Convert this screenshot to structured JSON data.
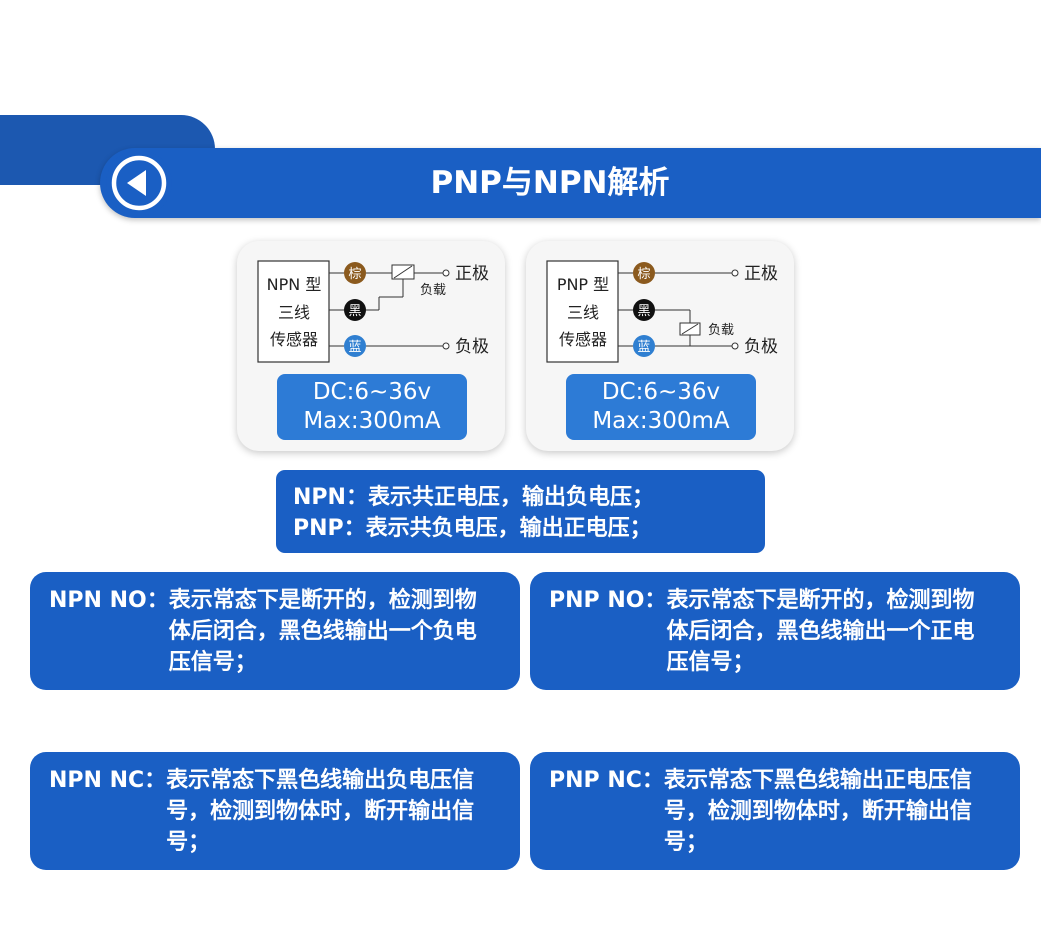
{
  "header": {
    "title": "PNP与NPN解析"
  },
  "npn_card": {
    "sensor_label": [
      "NPN 型",
      "三线",
      "传感器"
    ],
    "wires": [
      "棕",
      "黑",
      "蓝"
    ],
    "positive": "正极",
    "negative": "负极",
    "load": "负载",
    "spec_voltage": "DC:6~36v",
    "spec_current": "Max:300mA"
  },
  "pnp_card": {
    "sensor_label": [
      "PNP 型",
      "三线",
      "传感器"
    ],
    "wires": [
      "棕",
      "黑",
      "蓝"
    ],
    "positive": "正极",
    "negative": "负极",
    "load": "负载",
    "spec_voltage": "DC:6~36v",
    "spec_current": "Max:300mA"
  },
  "summary": {
    "npn": "NPN：表示共正电压，输出负电压；",
    "pnp": "PNP：表示共负电压，输出正电压；"
  },
  "descriptions": {
    "npn_no": {
      "label": "NPN NO：",
      "text": "表示常态下是断开的，检测到物体后闭合，黑色线输出一个负电压信号；"
    },
    "pnp_no": {
      "label": "PNP NO：",
      "text": "表示常态下是断开的，检测到物体后闭合，黑色线输出一个正电压信号；"
    },
    "npn_nc": {
      "label": "NPN NC：",
      "text": "表示常态下黑色线输出负电压信号，检测到物体时，断开输出信号；"
    },
    "pnp_nc": {
      "label": "PNP NC：",
      "text": "表示常态下黑色线输出正电压信号，检测到物体时，断开输出信号；"
    }
  },
  "colors": {
    "primary": "#1a5fc4",
    "spec": "#2d7bd6",
    "brown": "#8b5a1e",
    "black": "#111111",
    "blue": "#2f7fd1"
  }
}
